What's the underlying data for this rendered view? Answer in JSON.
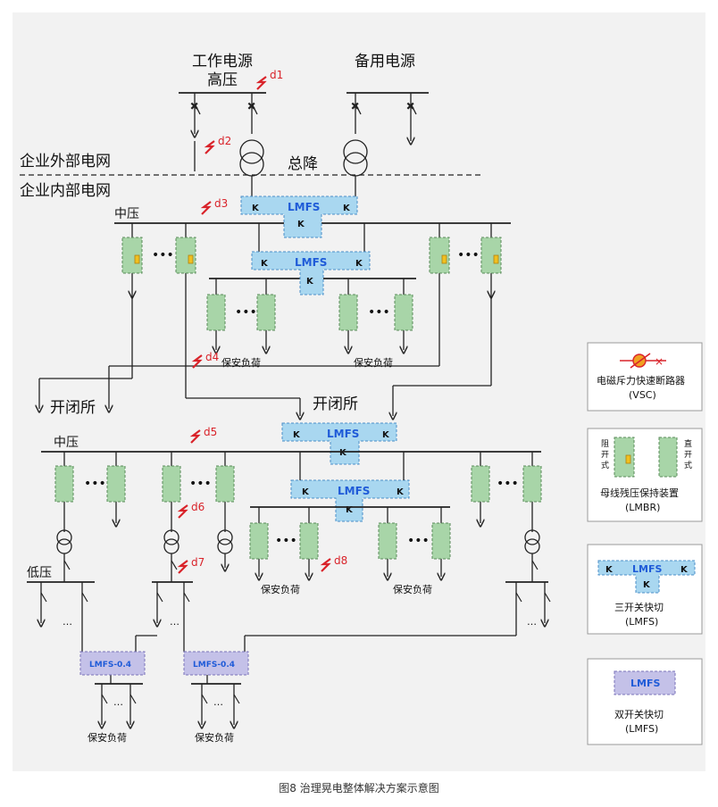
{
  "labels": {
    "work_power": "工作电源",
    "high_voltage": "高压",
    "backup_power": "备用电源",
    "external_grid": "企业外部电网",
    "internal_grid": "企业内部电网",
    "main_substation": "总降",
    "medium_voltage_top": "中压",
    "switching_station_left": "开闭所",
    "switching_station_mid": "开闭所",
    "medium_voltage_mid": "中压",
    "low_voltage": "低压",
    "security_load": "保安负荷",
    "ellipsis": "…",
    "dots": "•••",
    "k": "K"
  },
  "faults": [
    "d1",
    "d2",
    "d3",
    "d4",
    "d5",
    "d6",
    "d7",
    "d8"
  ],
  "lmfs": {
    "main": "LMFS",
    "small": "LMFS-0.4"
  },
  "legend": {
    "vsc_title": "电磁斥力快速断路器",
    "vsc_abbr": "(VSC)",
    "lmbr_left": [
      "阻",
      "开",
      "式"
    ],
    "lmbr_right": [
      "直",
      "开",
      "式"
    ],
    "lmbr_title": "母线残压保持装置",
    "lmbr_abbr": "(LMBR)",
    "three_title": "三开关快切",
    "three_abbr": "(LMFS)",
    "dual_title": "双开关快切",
    "dual_abbr": "(LMFS)"
  },
  "caption": "图8 治理晃电整体解决方案示意图",
  "colors": {
    "lmfs_fill": "#a9d7f0",
    "lmfs_small_fill": "#c4c1e8",
    "breaker_fill": "#a8d5a8",
    "fault_red": "#d9232a",
    "vsc_orange": "#f0a020"
  }
}
